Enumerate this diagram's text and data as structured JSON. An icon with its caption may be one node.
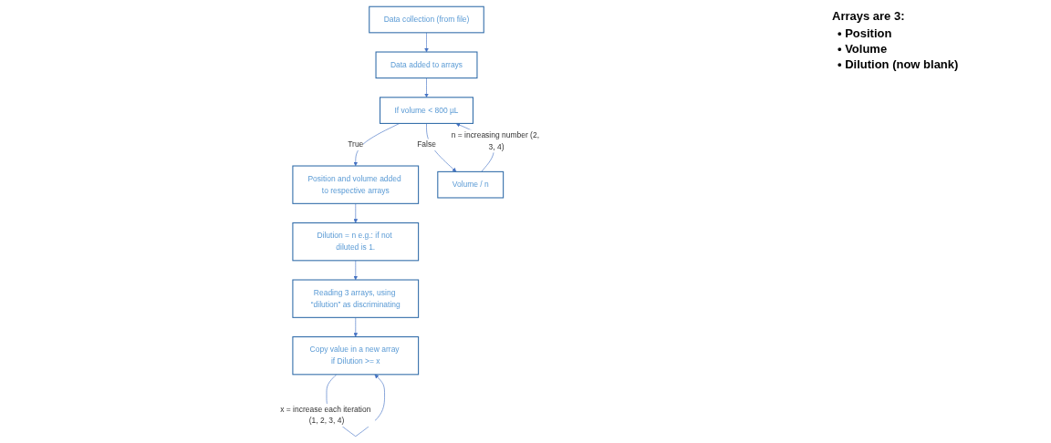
{
  "diagram": {
    "nodes": [
      {
        "text": [
          "Data collection (from file)"
        ]
      },
      {
        "text": [
          "Data added to arrays"
        ]
      },
      {
        "text": [
          "If volume < 800 µL"
        ]
      },
      {
        "text": [
          "Position and volume added to respective arrays"
        ]
      },
      {
        "text": [
          "Volume / n"
        ]
      },
      {
        "text": [
          "Dilution = n e.g.: if not diluted is 1."
        ]
      },
      {
        "text": [
          "Reading 3 arrays, using “dilution” as discriminating"
        ]
      },
      {
        "text": [
          "Copy value in a new array if Dilution >= x"
        ]
      }
    ],
    "edges": [
      {
        "from": 0,
        "to": 1,
        "arrow": "to"
      },
      {
        "from": 1,
        "to": 2,
        "arrow": "to"
      },
      {
        "from": 2,
        "to": 3,
        "arrow": "to",
        "label": "True"
      },
      {
        "from": 2,
        "to": 4,
        "arrow": "to",
        "label": "False"
      },
      {
        "from": 4,
        "to": 2,
        "arrow": "to",
        "label": "n = increasing number (2, 3, 4)"
      },
      {
        "from": 3,
        "to": 5,
        "arrow": "to"
      },
      {
        "from": 5,
        "to": 6,
        "arrow": "to"
      },
      {
        "from": 6,
        "to": 7,
        "arrow": "to"
      },
      {
        "from": 7,
        "to": 7,
        "arrow": "to",
        "label": "x = increase each iteration (1, 2, 3, 4)"
      }
    ],
    "labels": [
      "Arrays are 3:",
      "• Position",
      "• Volume",
      "• Dilution (now blank)"
    ]
  }
}
